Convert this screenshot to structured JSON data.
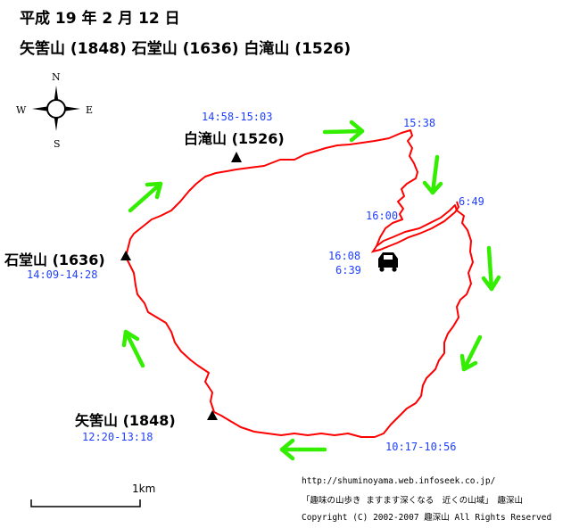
{
  "title": {
    "date": "平成 19 年 2 月 12 日",
    "peaks": "矢筈山 (1848)  石堂山 (1636)  白滝山 (1526)"
  },
  "compass": {
    "n": "N",
    "s": "S",
    "e": "E",
    "w": "W"
  },
  "peaks": {
    "shirataki": "白滝山 (1526)",
    "ishido": "石堂山 (1636)",
    "yahazu": "矢筈山 (1848)"
  },
  "times": {
    "shirataki": "14:58-15:03",
    "ishido": "14:09-14:28",
    "yahazu": "12:20-13:18",
    "t1538": "15:38",
    "t1600": "16:00",
    "t649": "6:49",
    "t1608": "16:08",
    "t639": "6:39",
    "t1017": "10:17-10:56"
  },
  "scale": {
    "label": "1km"
  },
  "credits": {
    "url": "http://shuminoyama.web.infoseek.co.jp/",
    "book": "「趣味の山歩き ますます深くなる　近くの山域」　趣深山",
    "copyright": "Copyright (C) 2002-2007 趣深山 All Rights Reserved"
  },
  "colors": {
    "route": "#ff0000",
    "arrow": "#33ee00",
    "time": "#1f3fff"
  },
  "icons": {
    "compass": "compass-rose-icon",
    "car": "car-icon",
    "summit": "triangle-summit-icon",
    "direction": "arrow-icon"
  }
}
